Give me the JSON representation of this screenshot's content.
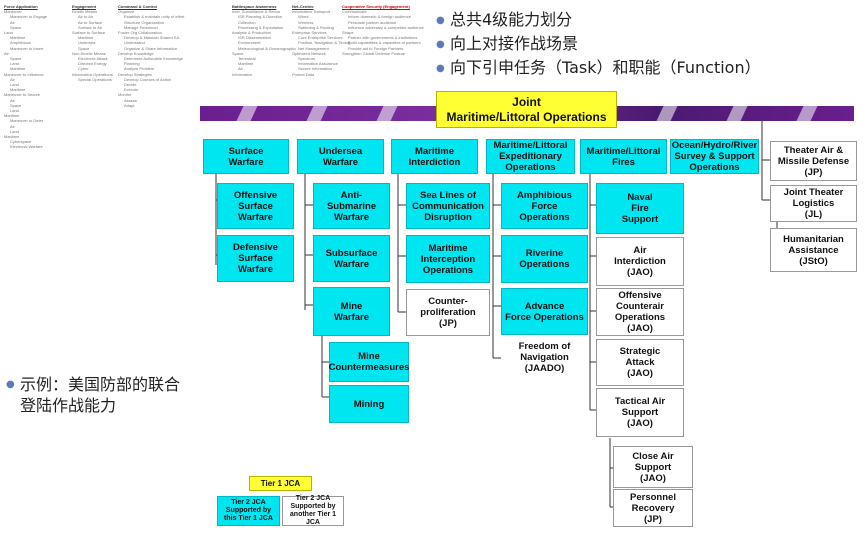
{
  "background_thumbnail": {
    "columns": [
      {
        "header": "Force Application",
        "lines": [
          "Maneuver",
          "Maneuver to Engage",
          "Air",
          "Space",
          "Land",
          "Maritime",
          "Amphibious",
          "Maneuver to Insert",
          "Air",
          "Space",
          "Land",
          "Maritime",
          "Maneuver to Influence",
          "Air",
          "Land",
          "Maritime",
          "Maneuver to Secure",
          "Air",
          "Space",
          "Land",
          "Maritime",
          "Maneuver to Deter",
          "Air",
          "Land",
          "Maritime",
          "Cyberspace",
          "Electronic Warfare"
        ]
      },
      {
        "header": "Engagement",
        "lines": [
          "Kinetic Means",
          "Air to Air",
          "Air to Surface",
          "Surface to Air",
          "Surface to Surface",
          "Maritime",
          "Undersea",
          "Space",
          "Non-Kinetic Means",
          "Electronic Attack",
          "Directed Energy",
          "Cyber",
          "Information Operations",
          "Special Operations"
        ]
      },
      {
        "header": "Command & Control",
        "lines": [
          "Organize",
          "Establish & maintain unity of effort",
          "Structure Organization",
          "Manage Personnel",
          "Foster Org Collaboration",
          "Develop & Maintain Shared SA",
          "Understand",
          "Organize & Share Information",
          "Develop Knowledge",
          "Determine Actionable Knowledge",
          "Planning",
          "Analyze Problem",
          "Develop Strategies",
          "Develop Courses of Action",
          "Decide",
          "Execute",
          "Monitor",
          "Assess",
          "Adapt"
        ]
      },
      {
        "header": "Battlespace Awareness",
        "lines": [
          "Intel, Surveillance & Recon",
          "ISR Planning & Direction",
          "Collection",
          "Processing & Exploitation",
          "Analysis & Production",
          "ISR Dissemination",
          "Environment",
          "Meteorological & Oceanographic",
          "Space",
          "Terrestrial",
          "Maritime",
          "Air",
          "Information"
        ]
      },
      {
        "header": "Net-Centric",
        "lines": [
          "Information Transport",
          "Wired",
          "Wireless",
          "Switching & Routing",
          "Enterprise Services",
          "Core Enterprise Services",
          "Position, Navigation & Timing",
          "Net Management",
          "Optimized Network",
          "Spectrum",
          "Information Assurance",
          "Secure Information",
          "Protect Data"
        ]
      },
      {
        "header": "Cooperative Security (Engagement)",
        "lines": [
          "Communicate",
          "Inform domestic & foreign audience",
          "Persuade partner audience",
          "Influence adversary & competitor audience",
          "Shape",
          "Partner with governments & institutions",
          "Build capabilities & capacities of partners",
          "Provide aid to Foreign Partners",
          "Strengthen Global Defense Posture"
        ]
      }
    ]
  },
  "bullets": [
    "总共4级能力划分",
    "向上对接作战场景",
    "向下引申任务（Task）和职能（Function）"
  ],
  "example_text": "示例：美国防部的联合\n登陆作战能力",
  "root": "Joint\nMaritime/Littoral Operations",
  "tier2_columns": [
    {
      "label": "Surface\nWarfare",
      "children": [
        "Offensive\nSurface\nWarfare",
        "Defensive\nSurface\nWarfare"
      ]
    },
    {
      "label": "Undersea\nWarfare",
      "children": [
        "Anti-\nSubmarine\nWarfare",
        "Subsurface\nWarfare",
        "Mine\nWarfare"
      ],
      "grandchildren": [
        "Mine\nCountermeasures",
        "Mining"
      ]
    },
    {
      "label": "Maritime\nInterdiction",
      "children": [
        "Sea Lines of\nCommunication\nDisruption",
        "Maritime\nInterception\nOperations"
      ],
      "white_children": [
        "Counter-\nproliferation\n(JP)"
      ]
    },
    {
      "label": "Maritime/Littoral\nExpeditionary\nOperations",
      "children": [
        "Amphibious\nForce\nOperations",
        "Riverine\nOperations",
        "Advance\nForce Operations"
      ],
      "white_children": [
        "Freedom of\nNavigation\n(JAADO)"
      ]
    },
    {
      "label": "Maritime/Littoral\nFires",
      "children": [
        "Naval\nFire\nSupport"
      ],
      "white_children": [
        "Air\nInterdiction\n(JAO)",
        "Offensive\nCounterair\nOperations\n(JAO)",
        "Strategic\nAttack\n(JAO)",
        "Tactical Air\nSupport\n(JAO)"
      ],
      "grandchildren": [
        "Close Air\nSupport\n(JAO)",
        "Personnel\nRecovery\n(JP)"
      ]
    },
    {
      "label": "Ocean/Hydro/River\nSurvey & Support\nOperations",
      "children": []
    }
  ],
  "supported_by_other": [
    "Theater Air &\nMissile Defense\n(JP)",
    "Joint Theater\nLogistics\n(JL)",
    "Humanitarian\nAssistance\n(JStO)"
  ],
  "legend": {
    "tier1": "Tier 1 JCA",
    "tier2_this": "Tier 2 JCA\nSupported by\nthis Tier 1 JCA",
    "tier2_other": "Tier 2 JCA\nSupported by\nanother Tier 1 JCA"
  },
  "colors": {
    "cyan": "#00e6f0",
    "yellow": "#ffff33",
    "band": "#6a1f8f",
    "bullet": "#5b7bb8"
  }
}
